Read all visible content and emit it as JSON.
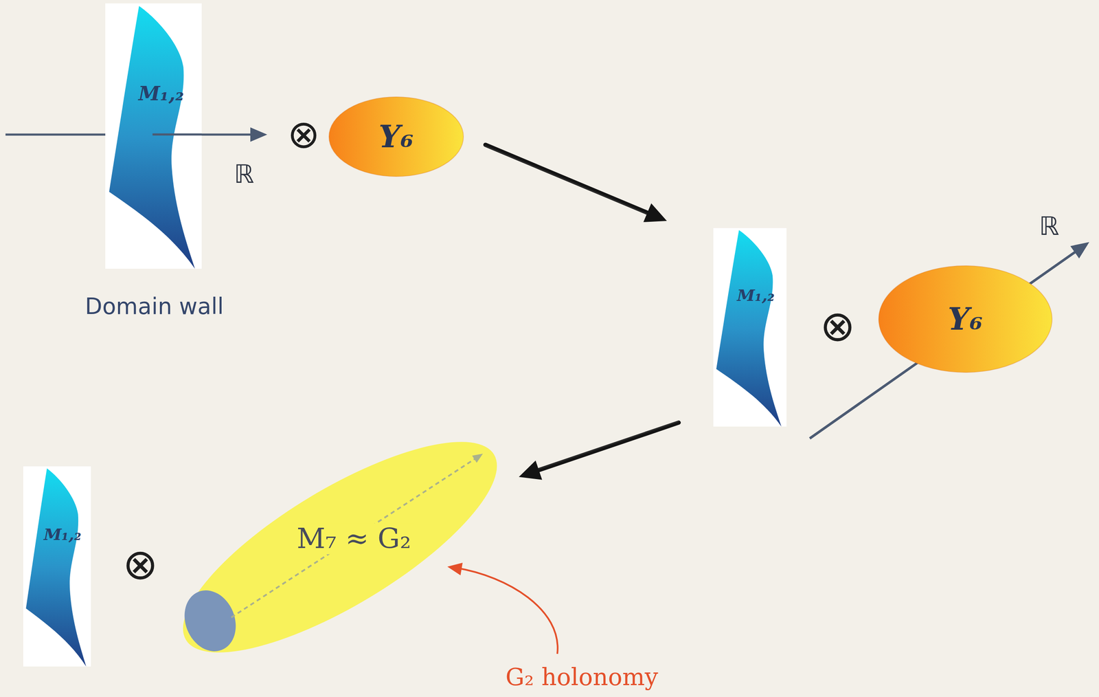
{
  "diagram": {
    "nodes": [
      {
        "text": [
          "M₁,₂"
        ]
      },
      {
        "text": [
          "Y₆"
        ]
      },
      {
        "text": [
          "M₁,₂"
        ]
      },
      {
        "text": [
          "Y₆"
        ]
      },
      {
        "text": [
          "M₁,₂"
        ]
      },
      {
        "text": [
          "M₇ ≈ G₂"
        ]
      }
    ],
    "edges": [
      {
        "from": 1,
        "to": 2,
        "arrow": "to"
      },
      {
        "from": 2,
        "to": 5,
        "arrow": "to"
      }
    ],
    "labels": [
      "ℝ",
      "Domain wall",
      "⊗",
      "⊗",
      "ℝ",
      "⊗",
      "G₂ holonomy"
    ]
  }
}
